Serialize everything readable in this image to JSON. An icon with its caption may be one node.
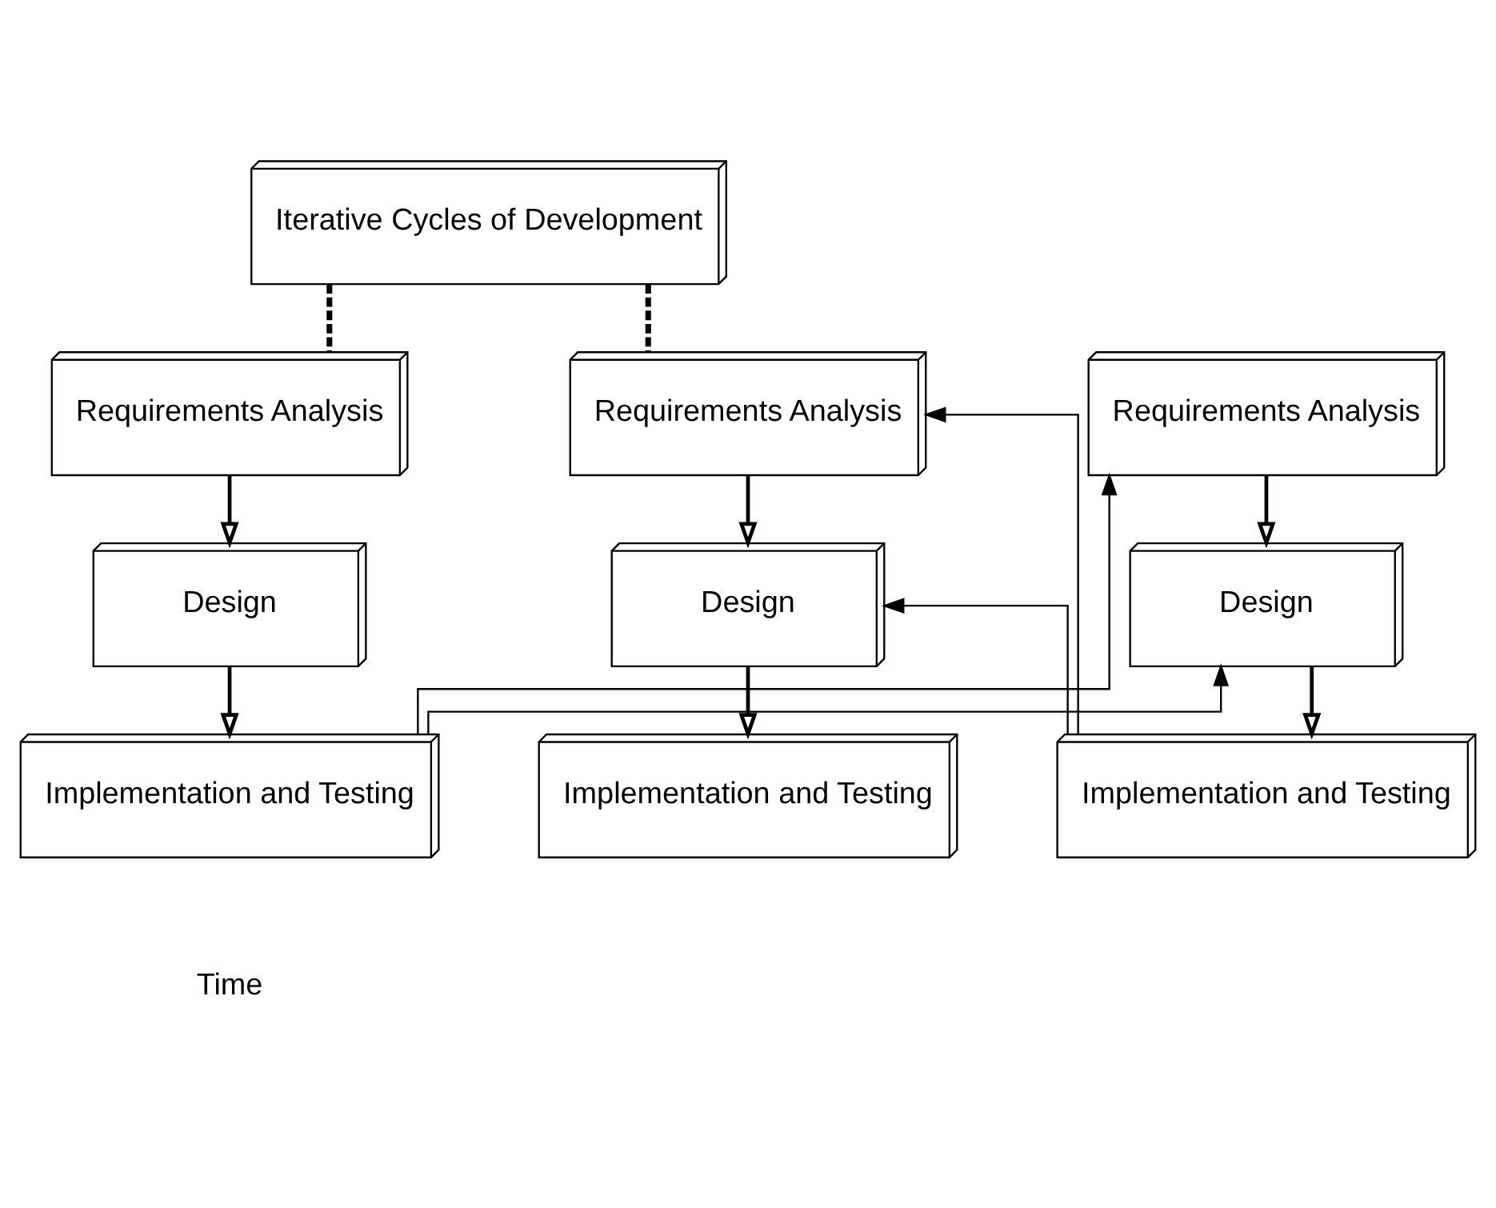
{
  "diagram": {
    "nodes": [
      {
        "text": [
          "Iterative Cycles of Development"
        ]
      },
      {
        "text": [
          "Requirements Analysis"
        ]
      },
      {
        "text": [
          "Design"
        ]
      },
      {
        "text": [
          "Implementation and Testing"
        ]
      },
      {
        "text": [
          "Requirements Analysis"
        ]
      },
      {
        "text": [
          "Design"
        ]
      },
      {
        "text": [
          "Implementation and Testing"
        ]
      },
      {
        "text": [
          "Requirements Analysis"
        ]
      },
      {
        "text": [
          "Design"
        ]
      },
      {
        "text": [
          "Implementation and Testing"
        ]
      }
    ],
    "edges": [
      {
        "from": 0,
        "to": 1,
        "arrow": "none",
        "style": "dashed"
      },
      {
        "from": 0,
        "to": 7,
        "arrow": "none",
        "style": "dashed"
      },
      {
        "from": 1,
        "to": 2,
        "arrow": "to"
      },
      {
        "from": 2,
        "to": 3,
        "arrow": "to"
      },
      {
        "from": 3,
        "to": 4,
        "arrow": "to"
      },
      {
        "from": 3,
        "to": 5,
        "arrow": "to"
      },
      {
        "from": 4,
        "to": 5,
        "arrow": "to"
      },
      {
        "from": 5,
        "to": 6,
        "arrow": "to"
      },
      {
        "from": 6,
        "to": 7,
        "arrow": "to"
      },
      {
        "from": 6,
        "to": 8,
        "arrow": "to"
      },
      {
        "from": 7,
        "to": 8,
        "arrow": "to"
      },
      {
        "from": 8,
        "to": 9,
        "arrow": "to"
      }
    ],
    "labels": [
      "Time"
    ]
  }
}
